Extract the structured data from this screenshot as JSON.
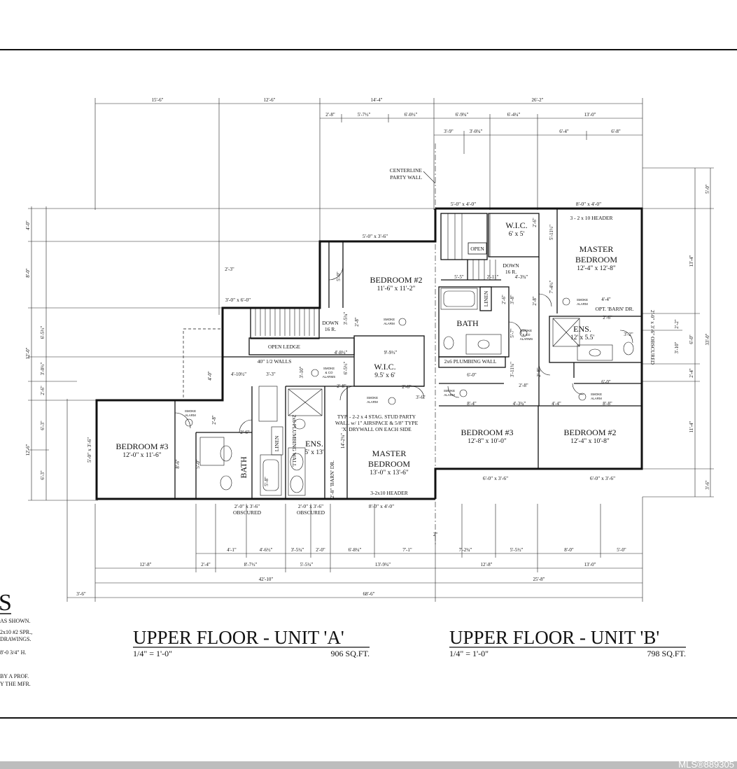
{
  "unit_a": {
    "title": "UPPER  FLOOR - UNIT 'A'",
    "scale": "1/4\" = 1'-0\"",
    "area": "906 SQ.FT."
  },
  "unit_b": {
    "title": "UPPER  FLOOR - UNIT 'B'",
    "scale": "1/4\" = 1'-0\"",
    "area": "798 SQ.FT."
  },
  "rooms": {
    "a_bed3": {
      "name": "BEDROOM #3",
      "size": "12'-0\" x 11'-6\""
    },
    "a_bed2": {
      "name": "BEDROOM #2",
      "size": "11'-6\" x 11'-2\""
    },
    "a_wic": {
      "name": "W.I.C.",
      "size": "9.5' x 6'"
    },
    "a_master_l1": "MASTER",
    "a_master_l2": "BEDROOM",
    "a_master_size": "13'-0\" x 13'-6\"",
    "a_bath": "BATH",
    "a_ens": {
      "name": "ENS.",
      "size": "5' x 13'"
    },
    "b_wic": {
      "name": "W.I.C.",
      "size": "6' x 5'"
    },
    "b_master_l1": "MASTER",
    "b_master_l2": "BEDROOM",
    "b_master_size": "12'-4\" x 12'-8\"",
    "b_bath": "BATH",
    "b_ens": {
      "name": "ENS.",
      "size": "12' x 5.5'"
    },
    "b_bed3": {
      "name": "BEDROOM #3",
      "size": "12'-8\" x 10'-0\""
    },
    "b_bed2": {
      "name": "BEDROOM #2",
      "size": "12'-4\" x 10'-8\""
    }
  },
  "labels": {
    "centerline_1": "CENTERLINE",
    "centerline_2": "PARTY WALL",
    "down_a_1": "DOWN",
    "down_a_2": "16 R.",
    "down_b_1": "DOWN",
    "down_b_2": "16 R.",
    "open_ledge": "OPEN LEDGE",
    "half_walls": "40\"  1/2  WALLS",
    "party_wall_1": "TYP. - 2-2 x 4 STAG. STUD PARTY",
    "party_wall_2": "WALL w/ 1\" AIRSPACE & 5/8\" TYPE",
    "party_wall_3": "'X' DRYWALL ON EACH SIDE",
    "plumbing_wall_b": "2x6  PLUMBING  WALL",
    "plumbing_wall_a": "2x6 PLUMBING WALL",
    "open": "OPEN",
    "linen_b": "LINEN",
    "linen_a": "LINEN",
    "barn_dr_a": "2'-8\" 'BARN' DR.",
    "opt_barn_dr": "OPT. 'BARN' DR.",
    "header_a": "3-2x10 HEADER",
    "header_b": "3 - 2 x 10 HEADER",
    "obscured_1_a": "2'-0\" x 3'-6\"",
    "obscured_1_b": "OBSCURED",
    "obscured_2_a": "2'-0\" x 3'-6\"",
    "obscured_2_b": "OBSCURED",
    "obscured_side": "2'-0\" x 3'-6\"  OBSCURED",
    "smoke_1": "SMOKE",
    "smoke_2": "ALARM",
    "smoke_co_1": "SMOKE",
    "smoke_co_2": "& CO",
    "smoke_co_3": "ALARMS"
  },
  "windows": {
    "a_bed2": "5'-0\" x 3'-6\"",
    "a_stair": "3'-0\" x 6'-0\"",
    "a_master": "8'-0\" x 4'-0\"",
    "a_bed3": "5'-0\" x 3'-6\"",
    "b_top1": "5'-0\" x 4'-0\"",
    "b_top2": "8'-0\" x 4'-0\"",
    "b_bed3": "6'-0\" x 3'-6\"",
    "b_bed2": "6'-0\" x 3'-6\""
  },
  "top_dims": {
    "row1": [
      "15'-6\"",
      "12'-6\"",
      "14'-4\"",
      "26'-2\""
    ],
    "row2": [
      "2'-8\"",
      "5'-7½\"",
      "6'-0½\"",
      "6'-9¾\"",
      "6'-4¼\"",
      "13'-0\""
    ],
    "row3": [
      "3'-9\"",
      "3'-0¾\"",
      "6'-4\"",
      "6'-8\""
    ]
  },
  "bottom_dims": {
    "row1": [
      "4'-1\"",
      "4'-6½\"",
      "3'-5¼\"",
      "2'-0\"",
      "6'-8¼\"",
      "7'-1\"",
      "7'-2¼\"",
      "5'-5½\"",
      "8'-0\"",
      "5'-0\""
    ],
    "row2": [
      "12'-8\"",
      "2'-4\"",
      "8'-7½\"",
      "5'-5¼\"",
      "13'-9¾\"",
      "12'-8\"",
      "13'-0\""
    ],
    "row3": [
      "42'-10\"",
      "25'-8\""
    ],
    "row4": [
      "3'-6\"",
      "68'-6\""
    ],
    "gap": "2\""
  },
  "left_dims": [
    "4'-0\"",
    "8'-0\"",
    "6'-5½\"",
    "12'-0\"",
    "3'-0½\"",
    "2'-6\"",
    "6'-3\"",
    "12'-6\"",
    "6'-3\""
  ],
  "right_dims": [
    "5'-0\"",
    "13'-4\"",
    "2'-2\"",
    "6'-0\"",
    "33'-0\"",
    "2'-4\"",
    "11'-4\"",
    "3'-6\""
  ],
  "inner_dims": [
    "2'-3\"",
    "5'-0\"",
    "3'-5¾\"",
    "2'-8\"",
    "4'-8½\"",
    "6'-5½\"",
    "3'-10\"",
    "4'-10½\"",
    "3'-3\"",
    "2'-8\"",
    "9'-9½\"",
    "2'-6\"",
    "3'-6\"",
    "4'-0\"",
    "2'-8\"",
    "2'-6\"",
    "5'-0\"",
    "8'-6\"",
    "5'-8\"",
    "14'-2¾\"",
    "5'-5\"",
    "2'-11\"",
    "4'-3¾\"",
    "7'-4½\"",
    "5'-11½\"",
    "2'-6\"",
    "2'-8\"",
    "3'-8\"",
    "2'-6\"",
    "5'-7\"",
    "3'-11¾\"",
    "6'-0\"",
    "2'-8\"",
    "2'-8\"",
    "4'-4\"",
    "6'-0\"",
    "8'-4\"",
    "4'-3¾\"",
    "4'-4\"",
    "8'-8\"",
    "2'-6\"",
    "3'-2\"",
    "3'-10\""
  ],
  "notes": {
    "big_letter": "S",
    "n1": "AS  SHOWN.",
    "n2": "2x10  #2  SPR.,",
    "n3": "DRAWINGS.",
    "n4": "8'-0  3/4\"  H.",
    "n5": "BY  A  PROF.",
    "n6": "Y  THE  MFR."
  },
  "watermark": "MLS®889305"
}
